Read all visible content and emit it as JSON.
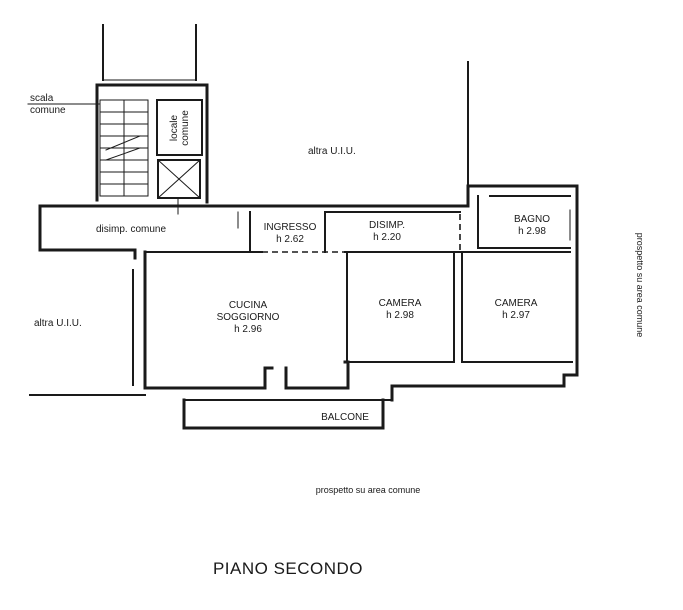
{
  "floor_title": "PIANO SECONDO",
  "labels": {
    "scala": "scala",
    "scala_comune": "comune",
    "locale": "locale",
    "locale_comune": "comune",
    "altra_uiu_top": "altra U.I.U.",
    "altra_uiu_left": "altra U.I.U.",
    "disimp_comune": "disimp. comune",
    "prospetto_right": "prospetto su area comune",
    "prospetto_bottom": "prospetto su area comune",
    "balcone": "BALCONE"
  },
  "rooms": [
    {
      "name": "INGRESSO",
      "height": "h 2.62"
    },
    {
      "name": "DISIMP.",
      "height": "h 2.20"
    },
    {
      "name": "BAGNO",
      "height": "h 2.98"
    },
    {
      "name": "CUCINA",
      "name2": "SOGGIORNO",
      "height": "h 2.96"
    },
    {
      "name": "CAMERA",
      "height": "h 2.98"
    },
    {
      "name": "CAMERA",
      "height": "h 2.97"
    }
  ]
}
